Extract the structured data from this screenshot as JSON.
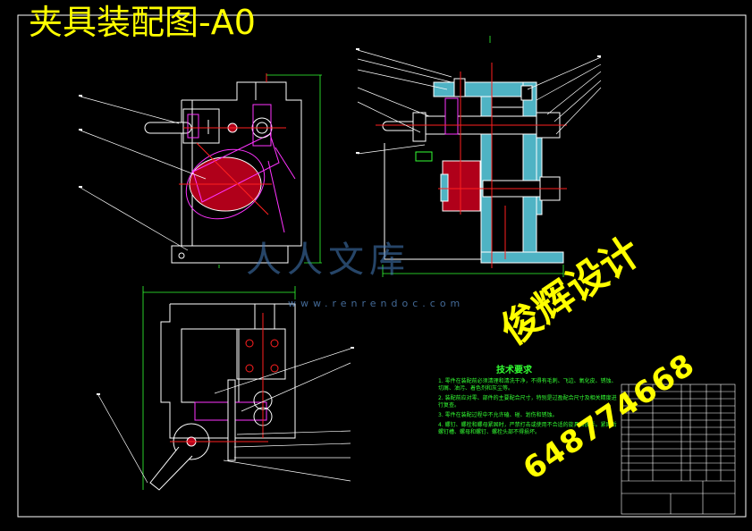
{
  "drawing": {
    "title": "夹具装配图-A0",
    "technical_requirements_title": "技术要求",
    "technical_requirements": [
      "1. 零件在装配前必须清理和清洗干净，不得有毛刺、飞边、氧化皮、锈蚀、切屑、油污、着色剂和灰尘等。",
      "2. 装配前应对零、部件的主要配合尺寸，特别是过盈配合尺寸及相关精度进行复查。",
      "3. 零件在装配过程中不允许磕、碰、划伤和锈蚀。",
      "4. 螺钉、螺栓和螺母紧固时，严禁打击或使用不合适的旋具和扳手。紧固后螺钉槽、螺母和螺钉、螺栓头部不得损坏。"
    ],
    "watermark_text": "人人文库",
    "watermark_url": "www.renrendoc.com",
    "seller_stamp": "俊辉设计",
    "seller_phone": "648774668"
  },
  "colors": {
    "background": "#000000",
    "outline": "#ffffff",
    "cut_section": "#4fb3c4",
    "part_red": "#b0001a",
    "centerline": "#ff2020",
    "dimension": "#33ff33",
    "highlight": "#ff33ff",
    "title_yellow": "#ffff00"
  }
}
